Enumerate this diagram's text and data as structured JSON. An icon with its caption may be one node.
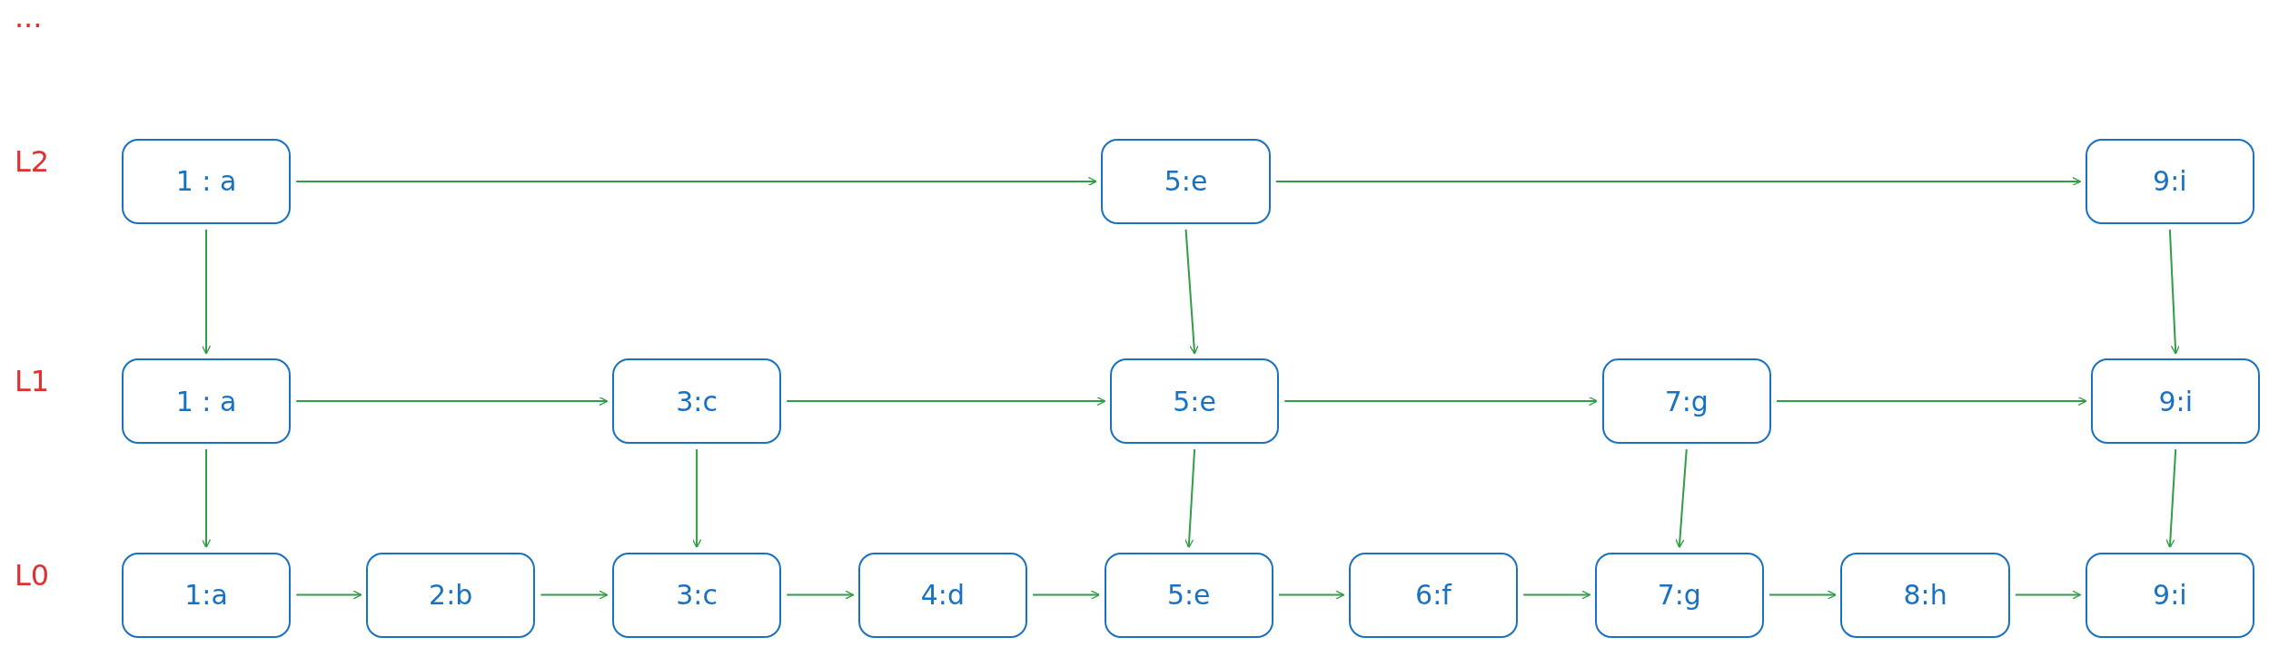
{
  "diagram": {
    "nodes": [
      {
        "text": [
          "1 : a"
        ]
      },
      {
        "text": [
          "5:e"
        ]
      },
      {
        "text": [
          "9:i"
        ]
      },
      {
        "text": [
          "1 : a"
        ]
      },
      {
        "text": [
          "3:c"
        ]
      },
      {
        "text": [
          "5:e"
        ]
      },
      {
        "text": [
          "7:g"
        ]
      },
      {
        "text": [
          "9:i"
        ]
      },
      {
        "text": [
          "1:a"
        ]
      },
      {
        "text": [
          "2:b"
        ]
      },
      {
        "text": [
          "3:c"
        ]
      },
      {
        "text": [
          "4:d"
        ]
      },
      {
        "text": [
          "5:e"
        ]
      },
      {
        "text": [
          "6:f"
        ]
      },
      {
        "text": [
          "7:g"
        ]
      },
      {
        "text": [
          "8:h"
        ]
      },
      {
        "text": [
          "9:i"
        ]
      }
    ],
    "edges": [
      {
        "from": 0,
        "to": 1,
        "arrow": "to"
      },
      {
        "from": 1,
        "to": 2,
        "arrow": "to"
      },
      {
        "from": 3,
        "to": 4,
        "arrow": "to"
      },
      {
        "from": 4,
        "to": 5,
        "arrow": "to"
      },
      {
        "from": 5,
        "to": 6,
        "arrow": "to"
      },
      {
        "from": 6,
        "to": 7,
        "arrow": "to"
      },
      {
        "from": 8,
        "to": 9,
        "arrow": "to"
      },
      {
        "from": 9,
        "to": 10,
        "arrow": "to"
      },
      {
        "from": 10,
        "to": 11,
        "arrow": "to"
      },
      {
        "from": 11,
        "to": 12,
        "arrow": "to"
      },
      {
        "from": 12,
        "to": 13,
        "arrow": "to"
      },
      {
        "from": 13,
        "to": 14,
        "arrow": "to"
      },
      {
        "from": 14,
        "to": 15,
        "arrow": "to"
      },
      {
        "from": 15,
        "to": 16,
        "arrow": "to"
      },
      {
        "from": 0,
        "to": 3,
        "arrow": "to"
      },
      {
        "from": 1,
        "to": 5,
        "arrow": "to"
      },
      {
        "from": 2,
        "to": 7,
        "arrow": "to"
      },
      {
        "from": 3,
        "to": 8,
        "arrow": "to"
      },
      {
        "from": 4,
        "to": 10,
        "arrow": "to"
      },
      {
        "from": 5,
        "to": 12,
        "arrow": "to"
      },
      {
        "from": 6,
        "to": 14,
        "arrow": "to"
      },
      {
        "from": 7,
        "to": 16,
        "arrow": "to"
      }
    ],
    "labels": [
      "...",
      "L2",
      "L1",
      "L0"
    ]
  }
}
